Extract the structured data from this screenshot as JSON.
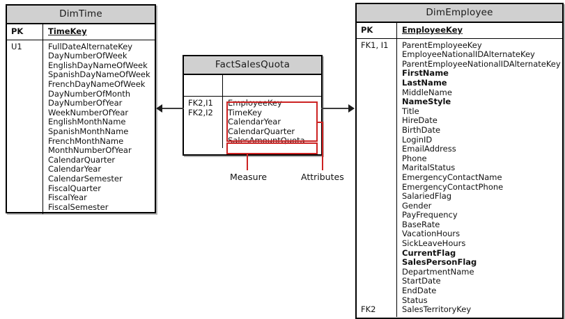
{
  "diagram": {
    "type": "star-schema-erd",
    "accent_color": "#cc2222",
    "header_fill": "#d0d0d0"
  },
  "entities": {
    "dim_time": {
      "title": "DimTime",
      "pk_label": "PK",
      "pk_field": "TimeKey",
      "key_lines": [
        "U1"
      ],
      "fields": [
        "FullDateAlternateKey",
        "DayNumberOfWeek",
        "EnglishDayNameOfWeek",
        "SpanishDayNameOfWeek",
        "FrenchDayNameOfWeek",
        "DayNumberOfMonth",
        "DayNumberOfYear",
        "WeekNumberOfYear",
        "EnglishMonthName",
        "SpanishMonthName",
        "FrenchMonthName",
        "MonthNumberOfYear",
        "CalendarQuarter",
        "CalendarYear",
        "CalendarSemester",
        "FiscalQuarter",
        "FiscalYear",
        "FiscalSemester"
      ]
    },
    "fact_sales_quota": {
      "title": "FactSalesQuota",
      "pk_label": "",
      "pk_field": "",
      "key_lines": [
        "FK2,I1",
        "FK2,I2"
      ],
      "attribute_fields": [
        "EmployeeKey",
        "TimeKey",
        "CalendarYear",
        "CalendarQuarter"
      ],
      "measure_fields": [
        "SalesAmountQuota"
      ]
    },
    "dim_employee": {
      "title": "DimEmployee",
      "pk_label": "PK",
      "pk_field": "EmployeeKey",
      "key_lines_top": [
        "FK1, I1"
      ],
      "key_line_bottom": "FK2",
      "fields": [
        {
          "name": "ParentEmployeeKey",
          "bold": false
        },
        {
          "name": "EmployeeNationalIDAlternateKey",
          "bold": false
        },
        {
          "name": "ParentEmployeeNationalIDAlternateKey",
          "bold": false
        },
        {
          "name": "FirstName",
          "bold": true
        },
        {
          "name": "LastName",
          "bold": true
        },
        {
          "name": "MiddleName",
          "bold": false
        },
        {
          "name": "NameStyle",
          "bold": true
        },
        {
          "name": "Title",
          "bold": false
        },
        {
          "name": "HireDate",
          "bold": false
        },
        {
          "name": "BirthDate",
          "bold": false
        },
        {
          "name": "LoginID",
          "bold": false
        },
        {
          "name": "EmailAddress",
          "bold": false
        },
        {
          "name": "Phone",
          "bold": false
        },
        {
          "name": "MaritalStatus",
          "bold": false
        },
        {
          "name": "EmergencyContactName",
          "bold": false
        },
        {
          "name": "EmergencyContactPhone",
          "bold": false
        },
        {
          "name": "SalariedFlag",
          "bold": false
        },
        {
          "name": "Gender",
          "bold": false
        },
        {
          "name": "PayFrequency",
          "bold": false
        },
        {
          "name": "BaseRate",
          "bold": false
        },
        {
          "name": "VacationHours",
          "bold": false
        },
        {
          "name": "SickLeaveHours",
          "bold": false
        },
        {
          "name": "CurrentFlag",
          "bold": true
        },
        {
          "name": "SalesPersonFlag",
          "bold": true
        },
        {
          "name": "DepartmentName",
          "bold": false
        },
        {
          "name": "StartDate",
          "bold": false
        },
        {
          "name": "EndDate",
          "bold": false
        },
        {
          "name": "Status",
          "bold": false
        },
        {
          "name": "SalesTerritoryKey",
          "bold": false
        }
      ]
    }
  },
  "callouts": {
    "measure": "Measure",
    "attributes": "Attributes"
  }
}
